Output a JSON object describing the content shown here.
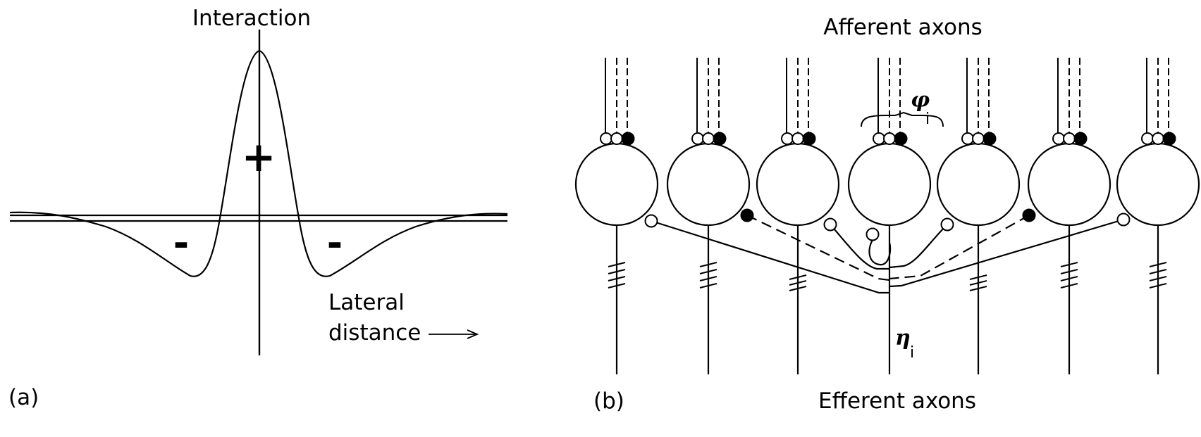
{
  "panel_a": {
    "y_label": "Interaction",
    "plus_sign": "+",
    "minus_left": "-",
    "minus_right": "-",
    "x_label_line1": "Lateral",
    "x_label_line2": "distance",
    "panel_label": "(a)"
  },
  "panel_b": {
    "top_label": "Afferent axons",
    "bottom_label": "Efferent axons",
    "input_symbol": "φ",
    "input_subscript": "i",
    "output_symbol": "η",
    "output_subscript": "i",
    "panel_label": "(b)",
    "neuron_count": 7
  }
}
